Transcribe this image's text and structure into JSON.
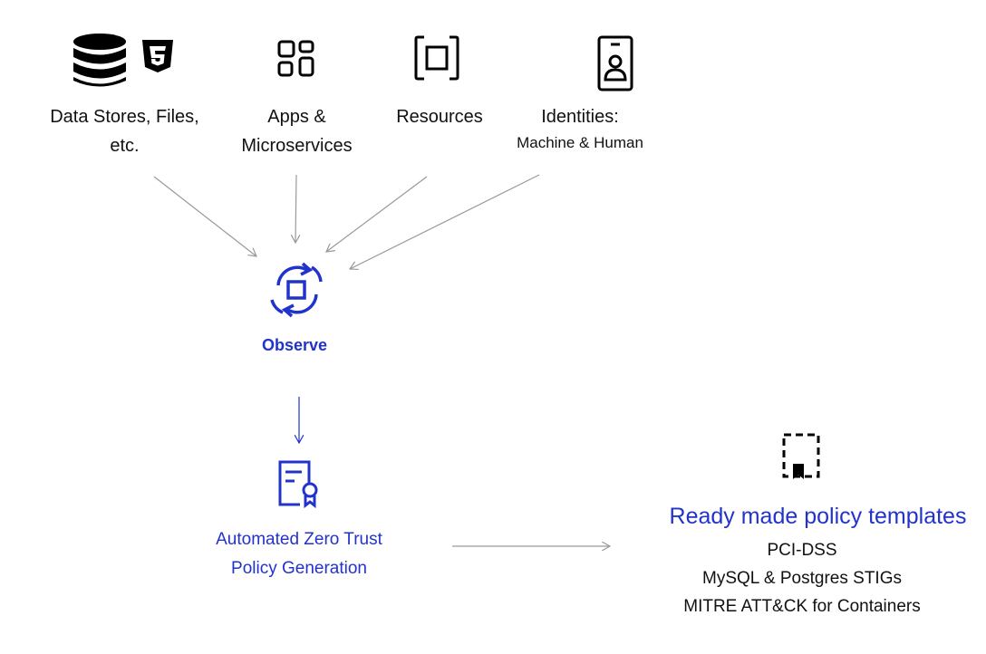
{
  "sources": {
    "data_stores": {
      "line1": "Data Stores, Files,",
      "line2": "etc."
    },
    "apps": {
      "line1": "Apps &",
      "line2": "Microservices"
    },
    "resources": {
      "label": "Resources"
    },
    "identities": {
      "line1": "Identities:",
      "line2": "Machine & Human"
    }
  },
  "observe": {
    "label": "Observe"
  },
  "generation": {
    "line1": "Automated Zero Trust",
    "line2": "Policy Generation"
  },
  "templates": {
    "title": "Ready made policy templates",
    "items": [
      "PCI-DSS",
      "MySQL & Postgres STIGs",
      "MITRE ATT&CK for Containers"
    ]
  },
  "colors": {
    "accent": "#2233cc",
    "text": "#111111",
    "connector": "#999999"
  },
  "icons": [
    "database-icon",
    "css3-icon",
    "apps-grid-icon",
    "resource-frame-icon",
    "id-badge-icon",
    "observe-cycle-icon",
    "policy-certificate-icon",
    "policy-template-icon"
  ]
}
